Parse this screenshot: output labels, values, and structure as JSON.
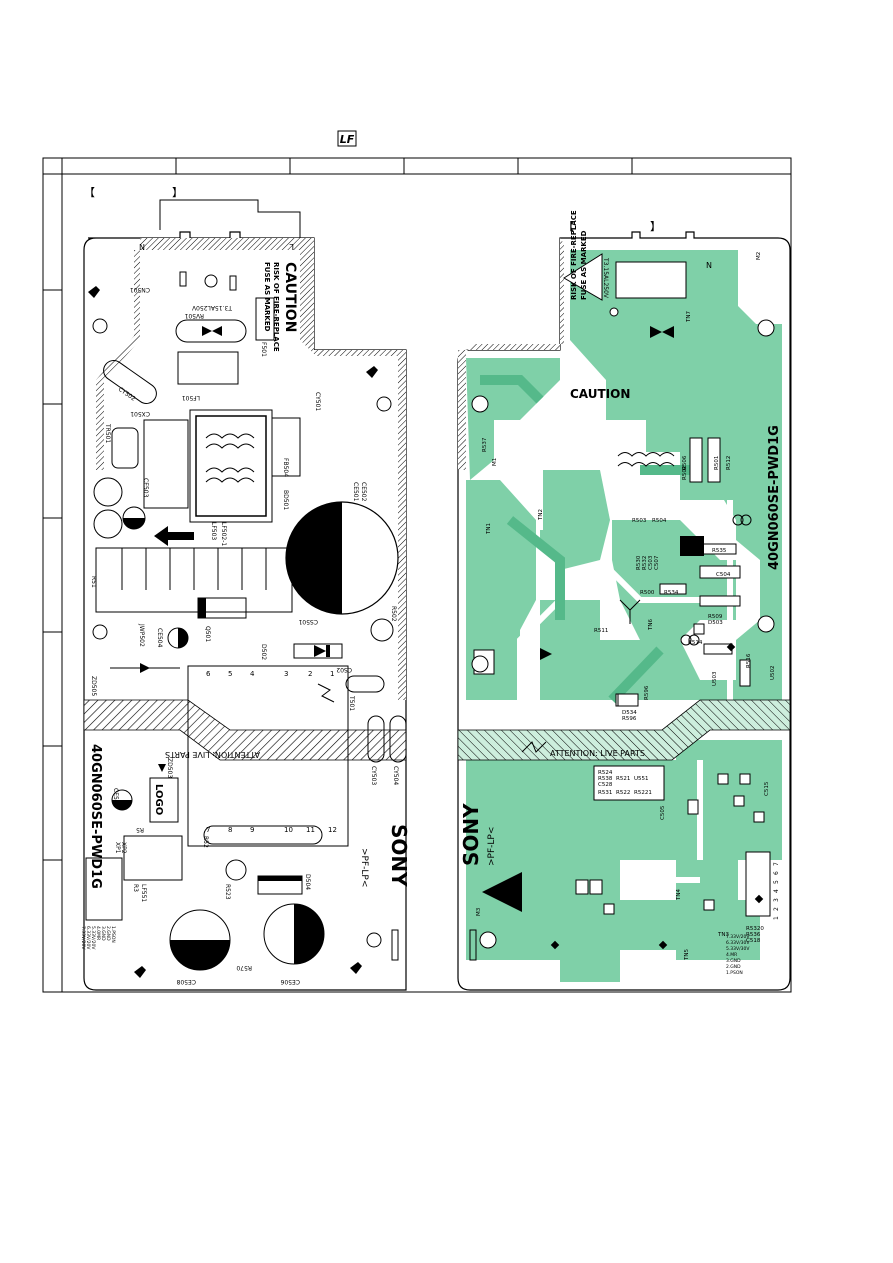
{
  "header_logo": "LF",
  "frame": {
    "left_bracket": "【",
    "right_bracket": "】"
  },
  "left_board": {
    "caution": "CAUTION",
    "fuse_warning_1": "RISK OF FIRE-REPLACE",
    "fuse_warning_2": "FUSE AS MARKED",
    "fuse_rating": "T3.15AL250V",
    "attention": "ATTENTION: LIVE PARTS",
    "model": "40GN060SE-PWD1G",
    "brand": "SONY",
    "brand_sub": ">PF-LP<",
    "logo_box": "LOGO",
    "mains_N": "N",
    "mains_L": "L",
    "components": [
      "CN501",
      "RV501",
      "F501",
      "LF501",
      "CY502",
      "CX501",
      "TR501",
      "CE503",
      "LF503",
      "LF502-1",
      "FB504",
      "BD501",
      "CY501",
      "CE502",
      "CE501",
      "R51",
      "Q501",
      "JWP502",
      "CE504",
      "ZD505",
      "D502",
      "CS501",
      "R502",
      "CS02",
      "T501",
      "CY503",
      "CY504",
      "ZD503",
      "CE541",
      "XP1",
      "XP2",
      "R5",
      "R3",
      "LF551",
      "R523",
      "D504",
      "CE508",
      "R570",
      "CE506",
      "R52"
    ],
    "pin_numbers_top": [
      "6",
      "5",
      "4",
      "3",
      "2",
      "1"
    ],
    "pin_numbers_bottom": [
      "7",
      "8",
      "9",
      "10",
      "11",
      "12"
    ],
    "output_labels": [
      "7.33V/20V",
      "6.33V/20V",
      "5.33V/20V",
      "4.0MR",
      "3.GND",
      "2.GND",
      "1.PSON"
    ]
  },
  "right_board": {
    "caution": "CAUTION",
    "fuse_warning_1": "RISK OF FIRE-REPLACE",
    "fuse_warning_2": "FUSE AS MARKED",
    "fuse_rating": "T3.15AL250V",
    "attention": "ATTENTION: LIVE PARTS",
    "model": "40GN060SE-PWD1G",
    "brand": "SONY",
    "brand_sub": ">PF-LP<",
    "mains_N": "N",
    "components": [
      "R506",
      "R512",
      "R503",
      "R501",
      "R502",
      "R504",
      "R530",
      "R532",
      "C503",
      "C507",
      "R535",
      "C504",
      "R534",
      "R500",
      "R509",
      "D503",
      "R511",
      "R514",
      "R516",
      "U503",
      "U502",
      "D534",
      "R596",
      "R596",
      "R524",
      "R538",
      "C528",
      "R531",
      "R522",
      "R5221",
      "U551",
      "R521",
      "C505",
      "C515",
      "R5320",
      "R536",
      "C518",
      "R537",
      "TN1",
      "TN2",
      "TN3",
      "TN4",
      "TN5",
      "TN6",
      "TN7",
      "M1",
      "M2",
      "M3"
    ],
    "output_labels": [
      "7.33V/20V",
      "6.33V/30V",
      "5.33V/30V",
      "4.MR",
      "3.GND",
      "2.GND",
      "1.PSON"
    ],
    "connector_pins": [
      "1",
      "2",
      "3",
      "4",
      "5",
      "6",
      "7"
    ]
  },
  "colors": {
    "copper": "#7fd0a8",
    "copper_dark": "#55b98a",
    "silk": "#000000",
    "hatch": "#000000"
  }
}
